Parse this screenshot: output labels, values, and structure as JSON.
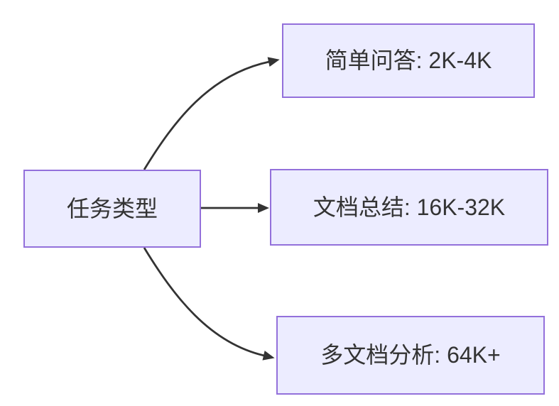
{
  "diagram": {
    "type": "flowchart-left-to-right",
    "root": {
      "label": "任务类型"
    },
    "branches": [
      {
        "label": "简单问答: 2K-4K"
      },
      {
        "label": "文档总结: 16K-32K"
      },
      {
        "label": "多文档分析: 64K+"
      }
    ],
    "edges": [
      {
        "from": "任务类型",
        "to": "简单问答: 2K-4K",
        "arrow": "arrowhead-right"
      },
      {
        "from": "任务类型",
        "to": "文档总结: 16K-32K",
        "arrow": "arrowhead-right"
      },
      {
        "from": "任务类型",
        "to": "多文档分析: 64K+",
        "arrow": "arrowhead-right"
      }
    ],
    "colors": {
      "node_fill": "#ECECFF",
      "node_border": "#9370DB",
      "edge_line": "#333333",
      "text": "#333333",
      "background": "#FFFFFF"
    }
  }
}
